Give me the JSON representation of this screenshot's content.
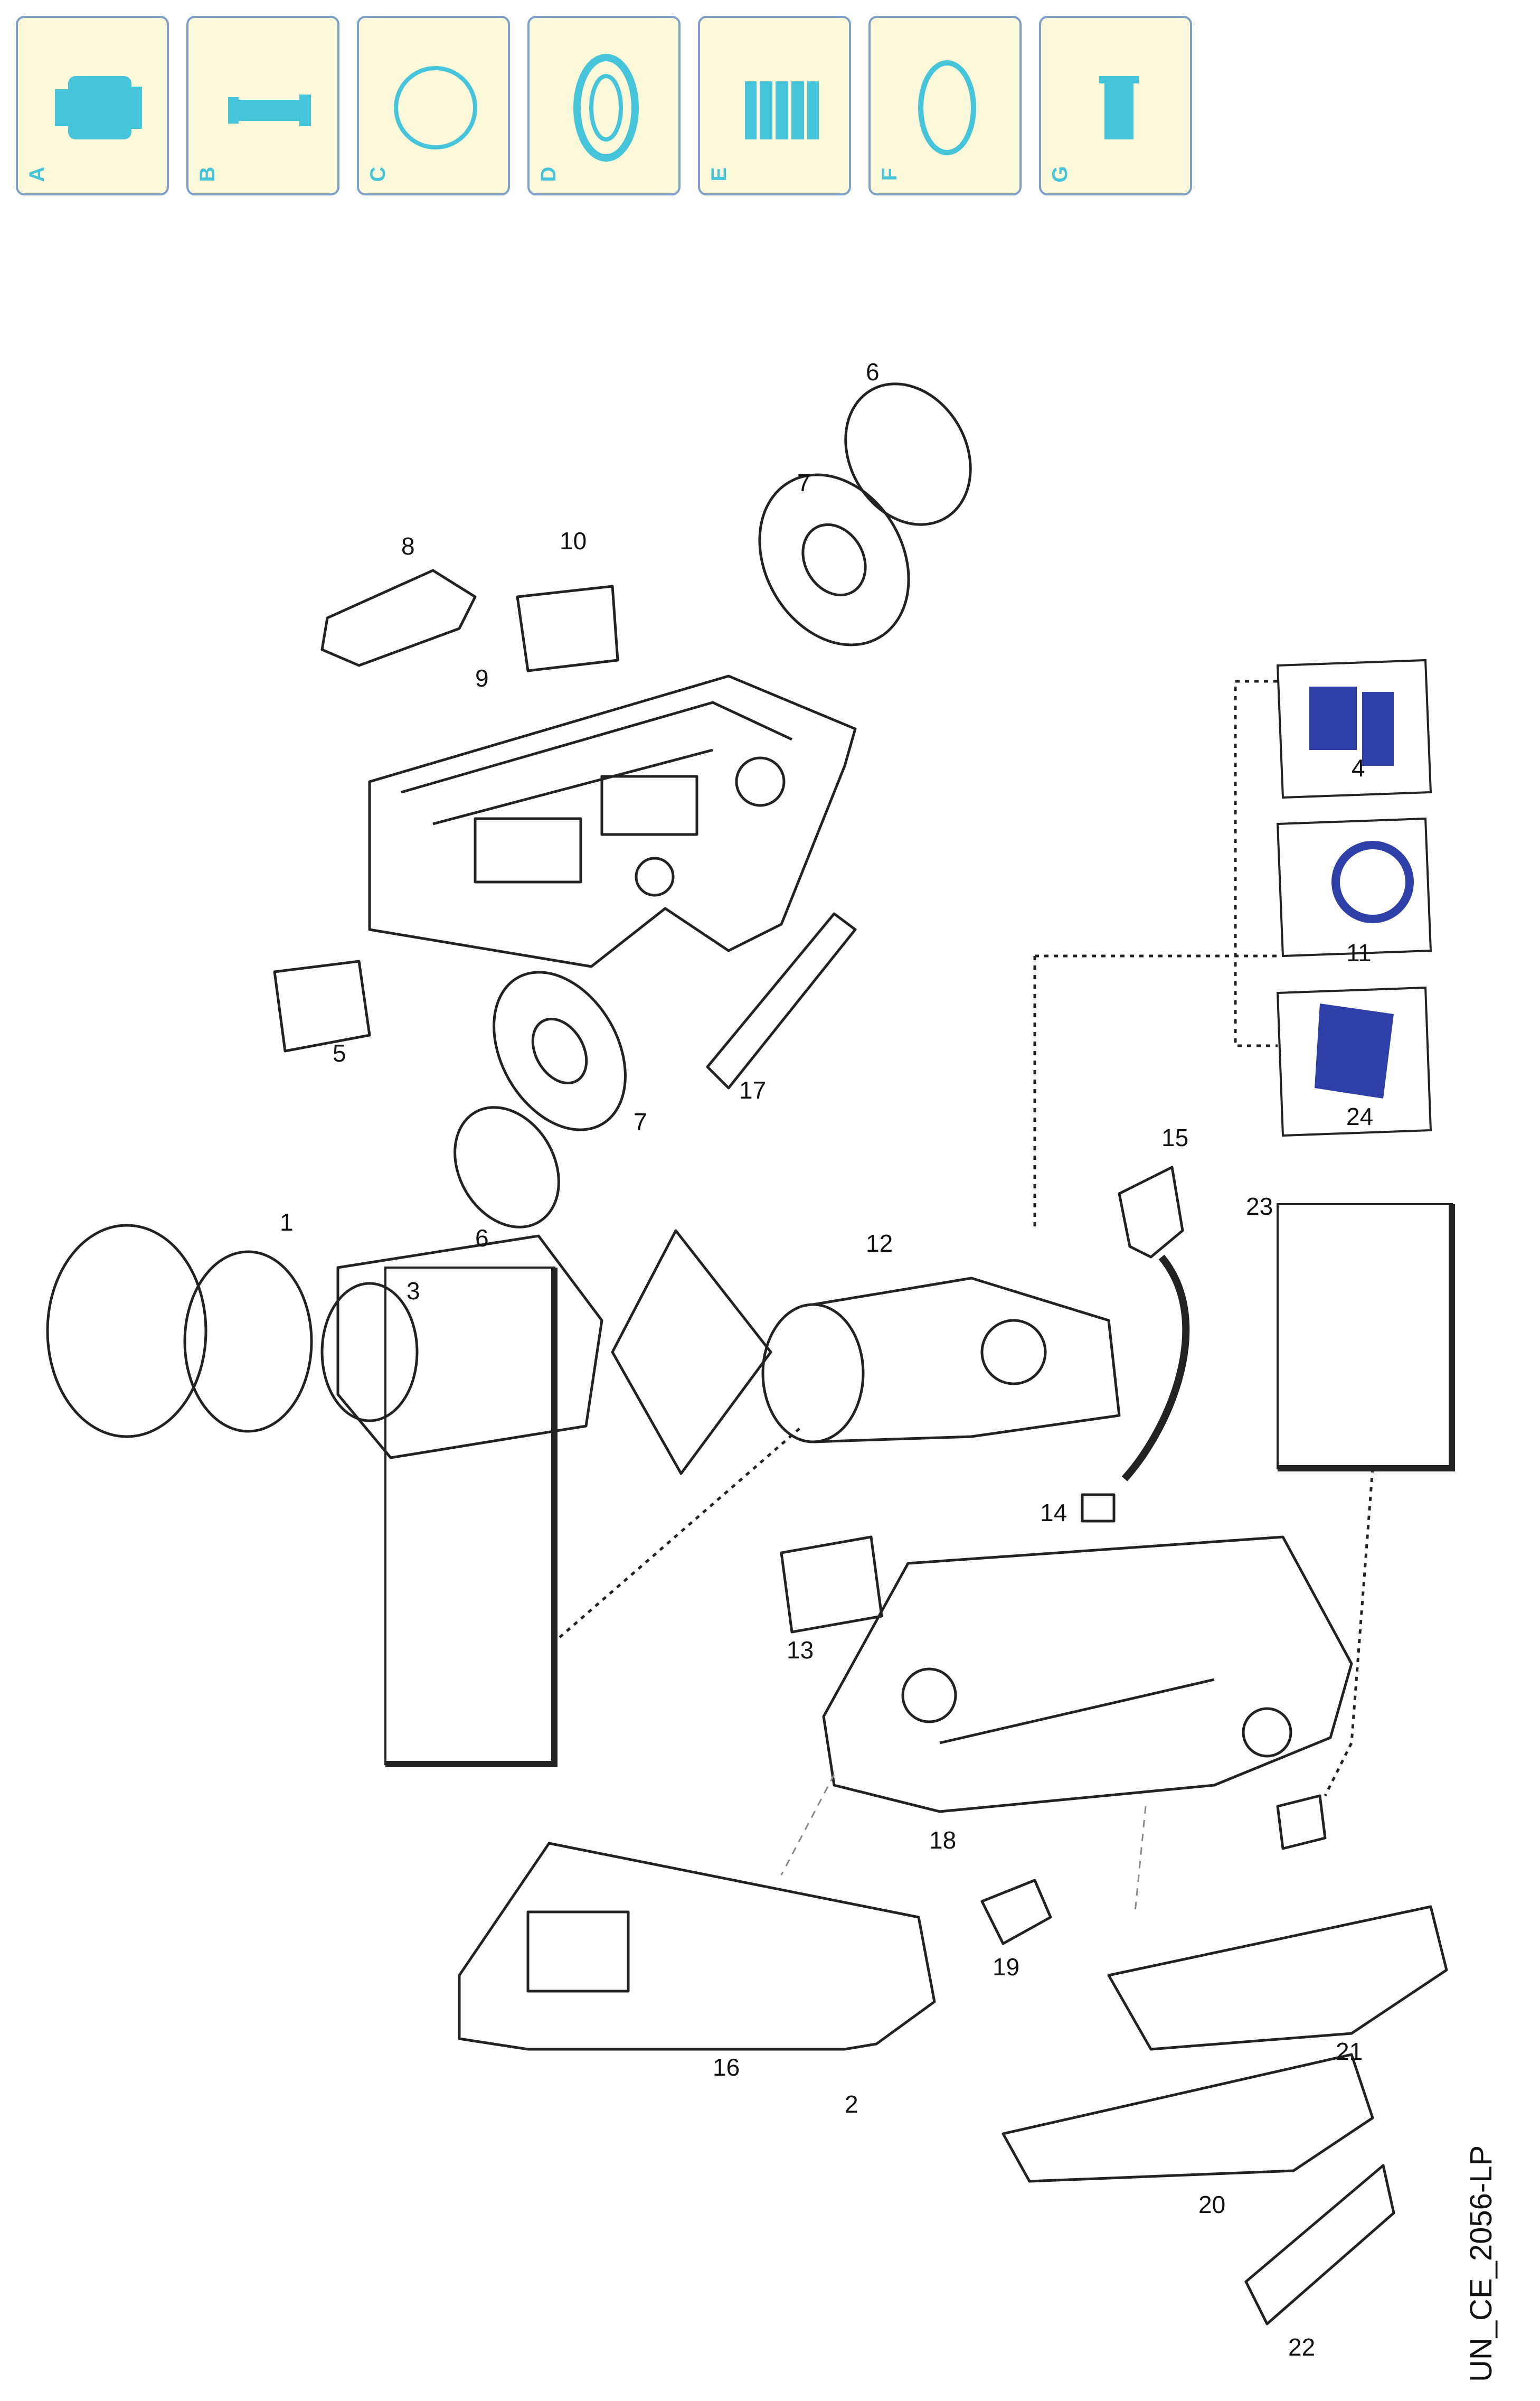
{
  "tabs": [
    {
      "letter": "A",
      "icon": "coupling-icon"
    },
    {
      "letter": "B",
      "icon": "shaft-icon"
    },
    {
      "letter": "C",
      "icon": "ring-icon"
    },
    {
      "letter": "D",
      "icon": "seal-icon"
    },
    {
      "letter": "E",
      "icon": "bellows-icon"
    },
    {
      "letter": "F",
      "icon": "oring-icon"
    },
    {
      "letter": "G",
      "icon": "cap-icon"
    }
  ],
  "callouts": [
    "1",
    "2",
    "3",
    "4",
    "5",
    "6",
    "6",
    "7",
    "7",
    "8",
    "9",
    "10",
    "11",
    "12",
    "13",
    "14",
    "15",
    "16",
    "17",
    "18",
    "19",
    "20",
    "21",
    "22",
    "23",
    "24"
  ],
  "diagram_code": "UN_CE_2056-LP",
  "colors": {
    "tab_bg": "#fbf9d9",
    "tab_border": "#7fa0c8",
    "icon": "#46c4d9",
    "line": "#222222"
  }
}
